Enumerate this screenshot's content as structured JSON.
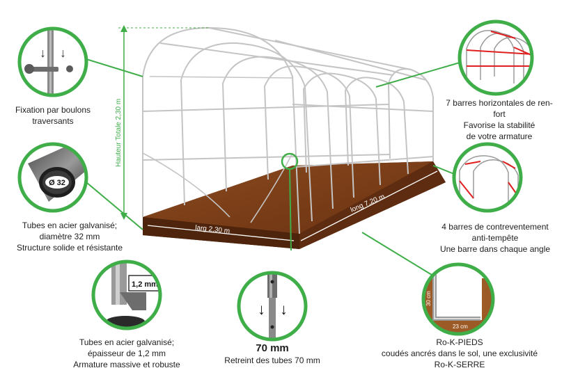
{
  "diagram": {
    "dimensions": {
      "height": "Hauteur Totale 2,30 m",
      "width": "larg 2,30 m",
      "length": "long 7,20 m"
    },
    "callouts": {
      "bolts": {
        "lines": [
          "Fixation par boulons",
          "traversants"
        ]
      },
      "tube_diameter": {
        "badge": "Ø 32",
        "lines": [
          "Tubes en acier galvanisé;",
          "diamètre 32 mm",
          "Structure solide et résistante"
        ]
      },
      "thickness": {
        "badge": "1,2 mm",
        "lines": [
          "Tubes en acier galvanisé;",
          "épaisseur de 1,2 mm",
          "Armature massive et robuste"
        ]
      },
      "retreint": {
        "headline": "70 mm",
        "lines": [
          "Retreint des tubes 70 mm"
        ]
      },
      "feet": {
        "dim_vertical": "30 cm",
        "dim_horizontal": "23 cm",
        "lines": [
          "Ro-K-PIEDS",
          "coudés ancrés dans le sol, une exclusivité",
          "Ro-K-SERRE"
        ]
      },
      "horizontal_bars": {
        "lines": [
          "7 barres horizontales de ren-",
          "fort",
          "Favorise la stabilité",
          "de votre armature"
        ]
      },
      "bracing": {
        "lines": [
          "4 barres de contreventement",
          "anti-tempête",
          "Une barre dans chaque angle"
        ]
      }
    },
    "colors": {
      "accent_green": "#3fae49",
      "soil": "#7a3c17",
      "soil_dark": "#5a2a0e",
      "frame": "#c4c4c4",
      "reinforcement_red": "#e02020"
    }
  }
}
